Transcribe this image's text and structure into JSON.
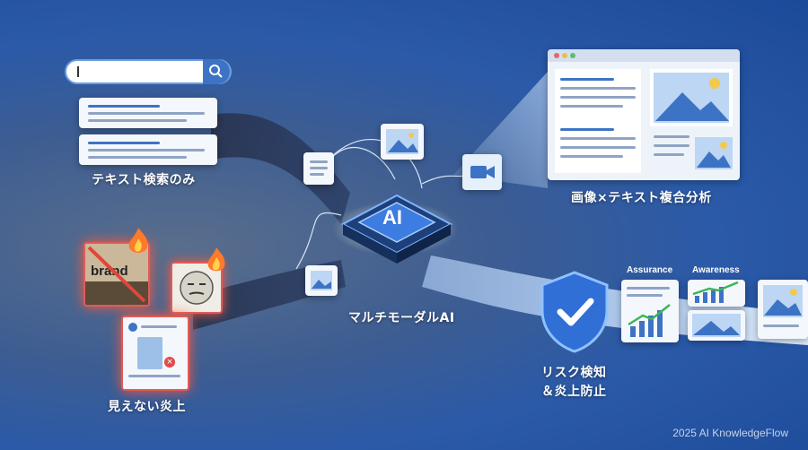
{
  "labels": {
    "text_only": "テキスト検索のみ",
    "invisible": "見えない炎上",
    "multimodal": "マルチモーダルAI",
    "analysis": "画像×テキスト複合分析",
    "risk_line1": "リスク検知",
    "risk_line2": "＆炎上防止",
    "assurance": "Assurance",
    "awareness": "Awareness",
    "chip": "AI",
    "brand": "brand"
  },
  "footer": "2025 AI KnowledgeFlow",
  "colors": {
    "accent": "#3d73c4",
    "fire": "#ff6a2a",
    "alert": "#e04a4a",
    "shield": "#2f6fd6"
  }
}
